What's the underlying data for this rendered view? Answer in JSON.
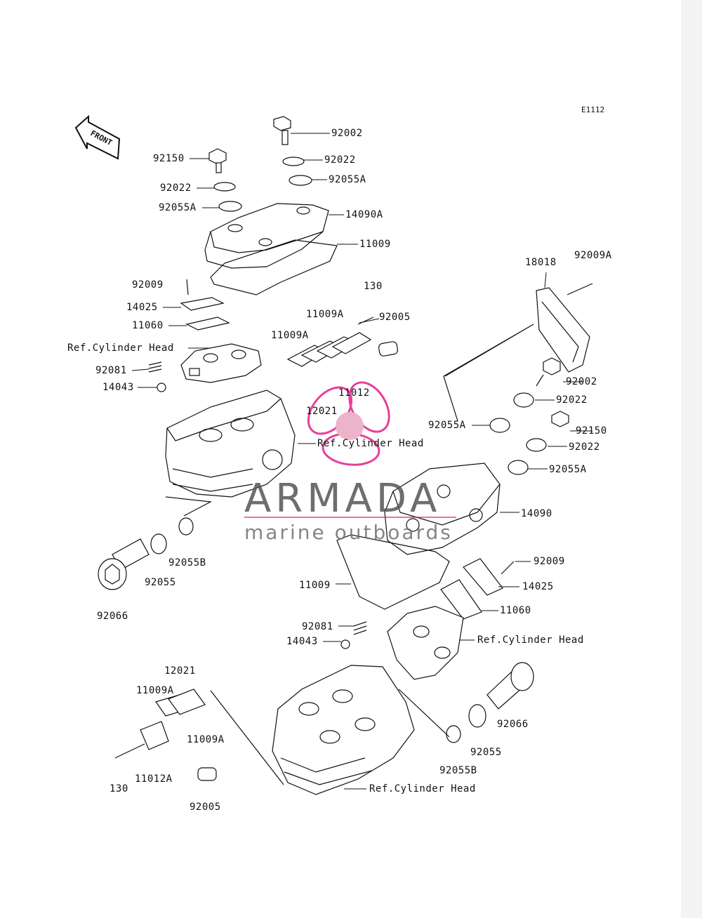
{
  "figure_code": "E1112",
  "front_label": "FRONT",
  "watermark": {
    "name": "ARMADA",
    "tagline": "marine outboards",
    "accent": "#e0007a"
  },
  "labels": [
    {
      "id": "t-92002",
      "text": "92002"
    },
    {
      "id": "t-92022",
      "text": "92022"
    },
    {
      "id": "t-92055a",
      "text": "92055A"
    },
    {
      "id": "t-14090a",
      "text": "14090A"
    },
    {
      "id": "t-11009",
      "text": "11009"
    },
    {
      "id": "t-92150",
      "text": "92150"
    },
    {
      "id": "t-92022b",
      "text": "92022"
    },
    {
      "id": "t-92055ab",
      "text": "92055A"
    },
    {
      "id": "t-92009",
      "text": "92009"
    },
    {
      "id": "t-14025",
      "text": "14025"
    },
    {
      "id": "t-11060",
      "text": "11060"
    },
    {
      "id": "t-refch1",
      "text": "Ref.Cylinder Head"
    },
    {
      "id": "t-92081",
      "text": "92081"
    },
    {
      "id": "t-14043",
      "text": "14043"
    },
    {
      "id": "t-130",
      "text": "130"
    },
    {
      "id": "t-11009a",
      "text": "11009A"
    },
    {
      "id": "t-11009a2",
      "text": "11009A"
    },
    {
      "id": "t-92005",
      "text": "92005"
    },
    {
      "id": "t-11012",
      "text": "11012"
    },
    {
      "id": "t-12021",
      "text": "12021"
    },
    {
      "id": "t-refch2",
      "text": "Ref.Cylinder Head"
    },
    {
      "id": "t-92055b",
      "text": "92055B"
    },
    {
      "id": "t-92055",
      "text": "92055"
    },
    {
      "id": "t-92066",
      "text": "92066"
    },
    {
      "id": "t-18018",
      "text": "18018"
    },
    {
      "id": "t-92009a",
      "text": "92009A"
    },
    {
      "id": "t-92002r",
      "text": "92002"
    },
    {
      "id": "t-92022r",
      "text": "92022"
    },
    {
      "id": "t-92055ar",
      "text": "92055A"
    },
    {
      "id": "t-92150r",
      "text": "92150"
    },
    {
      "id": "t-92022r2",
      "text": "92022"
    },
    {
      "id": "t-92055ar2",
      "text": "92055A"
    },
    {
      "id": "t-14090",
      "text": "14090"
    },
    {
      "id": "t-11009r",
      "text": "11009"
    },
    {
      "id": "t-92009r",
      "text": "92009"
    },
    {
      "id": "t-14025r",
      "text": "14025"
    },
    {
      "id": "t-11060r",
      "text": "11060"
    },
    {
      "id": "t-92081r",
      "text": "92081"
    },
    {
      "id": "t-14043r",
      "text": "14043"
    },
    {
      "id": "t-refch3",
      "text": "Ref.Cylinder Head"
    },
    {
      "id": "t-12021b",
      "text": "12021"
    },
    {
      "id": "t-11009ab",
      "text": "11009A"
    },
    {
      "id": "t-11009ab2",
      "text": "11009A"
    },
    {
      "id": "t-130b",
      "text": "130"
    },
    {
      "id": "t-11012a",
      "text": "11012A"
    },
    {
      "id": "t-92005b",
      "text": "92005"
    },
    {
      "id": "t-92066r",
      "text": "92066"
    },
    {
      "id": "t-92055r",
      "text": "92055"
    },
    {
      "id": "t-92055br",
      "text": "92055B"
    },
    {
      "id": "t-refch4",
      "text": "Ref.Cylinder Head"
    }
  ]
}
